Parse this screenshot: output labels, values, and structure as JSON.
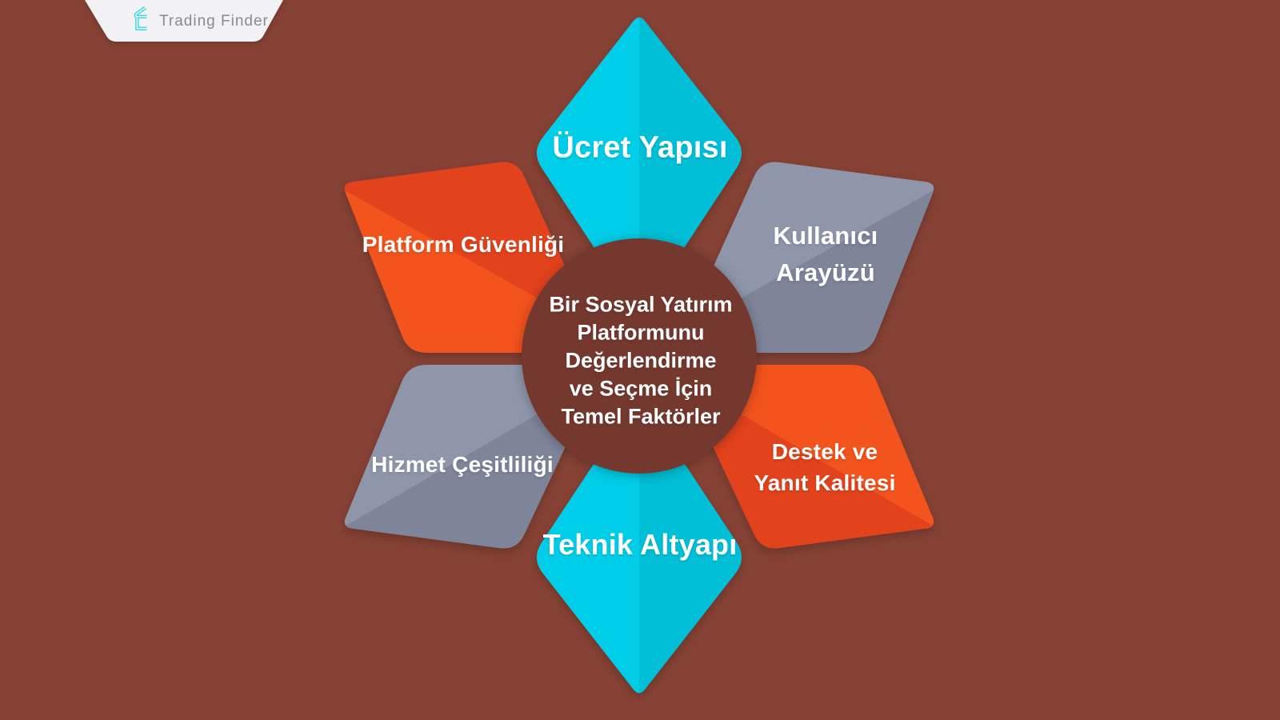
{
  "brand": {
    "name": "Trading Finder"
  },
  "title": {
    "full": "Bir Sosyal Yatırım Platformunu Değerlendirme ve Seçme İçin Temel Faktörler",
    "lines": [
      "Bir Sosyal Yatırım",
      "Platformunu",
      "Değerlendirme",
      "ve Seçme İçin",
      "Temel Faktörler"
    ]
  },
  "factors": [
    {
      "id": "ucret-yapisi",
      "label": "Ücret Yapısı",
      "position": "top",
      "color": "cyan"
    },
    {
      "id": "platform-guvenligi",
      "label": "Platform Güvenliği",
      "position": "upper-left",
      "color": "orange"
    },
    {
      "id": "kullanici-arayuzu",
      "label": "Kullanıcı Arayüzü",
      "lines": [
        "Kullanıcı",
        "Arayüzü"
      ],
      "position": "upper-right",
      "color": "gray"
    },
    {
      "id": "hizmet-cesitliligi",
      "label": "Hizmet Çeşitliliği",
      "position": "lower-left",
      "color": "gray"
    },
    {
      "id": "destek-ve-yanit-kalitesi",
      "label": "Destek ve Yanıt Kalitesi",
      "lines": [
        "Destek ve",
        "Yanıt Kalitesi"
      ],
      "position": "lower-right",
      "color": "orange"
    },
    {
      "id": "teknik-altyapi",
      "label": "Teknik Altyapı",
      "position": "bottom",
      "color": "cyan"
    }
  ],
  "colors": {
    "background": "#854134",
    "center_circle": "#74392E",
    "cyan_light": "#00CDE8",
    "cyan_dark": "#00BFD6",
    "orange_light": "#F3531E",
    "orange_dark": "#E2431C",
    "gray_light": "#8F96AA",
    "gray_dark": "#7E8599",
    "label_text": "#FFFFFF",
    "logo_badge": "#F2F2F4",
    "logo_text": "#8A8B8F",
    "logo_icon": "#2BD9E9"
  }
}
